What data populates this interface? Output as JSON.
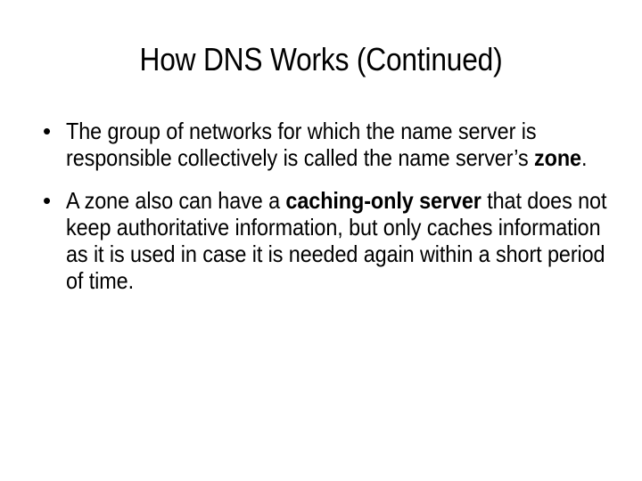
{
  "slide": {
    "title": "How DNS Works (Continued)",
    "background_color": "#ffffff",
    "text_color": "#000000",
    "bullet_glyph": "•",
    "bullets": [
      {
        "id": "zone-definition",
        "segments": [
          {
            "text": "The group of networks for which the name server is responsible collectively is called the name server’s ",
            "bold": false
          },
          {
            "text": "zone",
            "bold": true
          },
          {
            "text": ".",
            "bold": false
          }
        ],
        "plain_text": "The group of networks for which the name server is responsible collectively is called the name server’s zone."
      },
      {
        "id": "caching-only-server",
        "segments": [
          {
            "text": "A zone also can have a ",
            "bold": false
          },
          {
            "text": "caching-only server",
            "bold": true
          },
          {
            "text": " that does not keep authoritative information, but only caches information as it is used in case it is needed again within a short period of time.",
            "bold": false
          }
        ],
        "plain_text": "A zone also can have a caching-only server that does not keep authoritative information, but only caches information as it is used in case it is needed again within a short period of time."
      }
    ]
  }
}
